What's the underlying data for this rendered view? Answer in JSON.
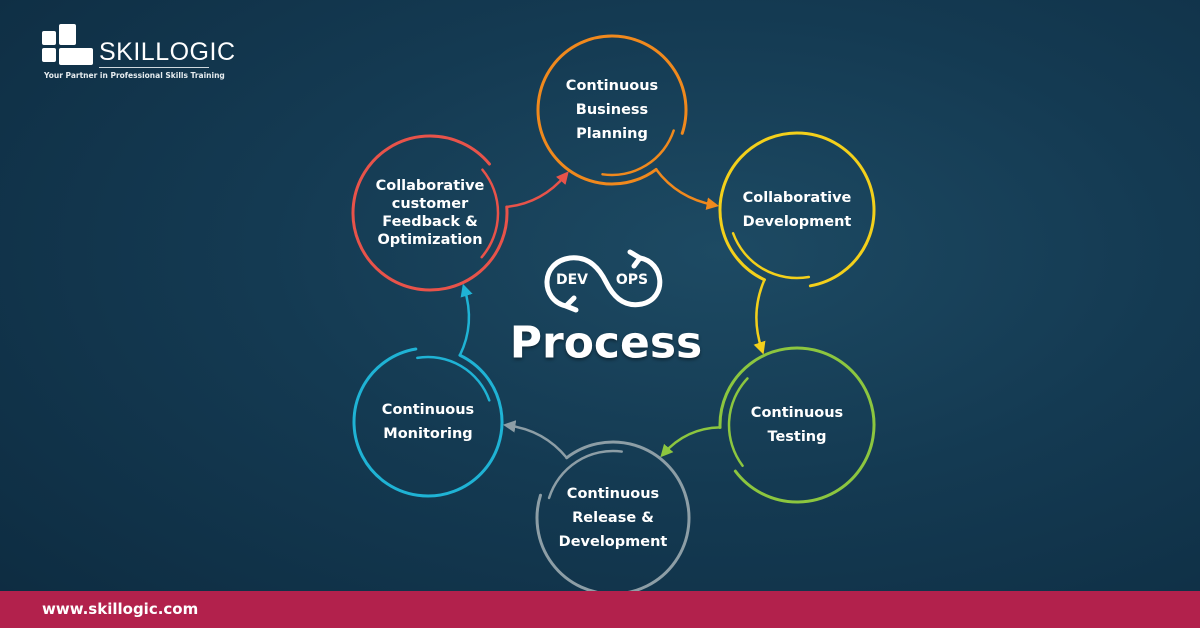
{
  "logo": {
    "name": "SKILLOGIC",
    "tagline": "Your Partner in Professional Skills Training"
  },
  "center": {
    "dev": "DEV",
    "ops": "OPS",
    "title": "Process"
  },
  "stages": [
    {
      "label_lines": [
        "Continuous",
        "Business",
        "Planning"
      ],
      "color": "#f0891d"
    },
    {
      "label_lines": [
        "Collaborative",
        "Development"
      ],
      "color": "#f3d01b"
    },
    {
      "label_lines": [
        "Continuous",
        "Testing"
      ],
      "color": "#8cc63f"
    },
    {
      "label_lines": [
        "Continuous",
        "Release &",
        "Development"
      ],
      "color": "#8d9ea6"
    },
    {
      "label_lines": [
        "Continuous",
        "Monitoring"
      ],
      "color": "#1fb3d5"
    },
    {
      "label_lines": [
        "Collaborative",
        "customer",
        "Feedback &",
        "Optimization"
      ],
      "color": "#e8534a"
    }
  ],
  "footer": {
    "url": "www.skillogic.com",
    "color": "#b2214c"
  }
}
